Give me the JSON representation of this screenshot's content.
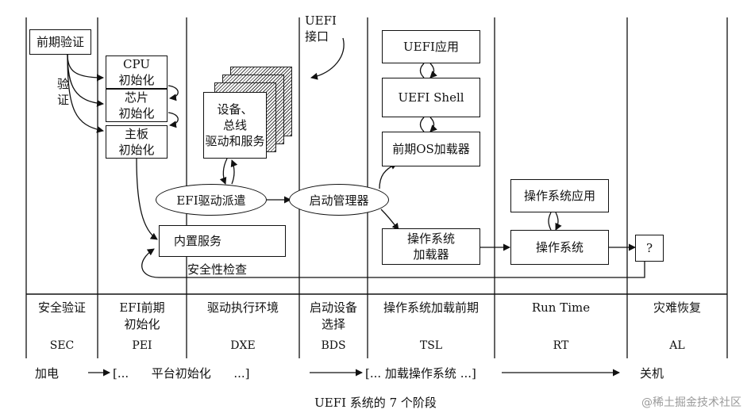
{
  "top_labels": {
    "sec_verify": "前期验证",
    "verify_v": "验\n证",
    "uefi_interface": "UEFI\n接口",
    "security_check": "安全性检查"
  },
  "boxes": {
    "cpu_init": "CPU\n初始化",
    "chip_init": "芯片\n初始化",
    "board_init": "主板\n初始化",
    "device_driver": "设备、\n总线\n驱动和服务",
    "builtin_services": "内置服务",
    "uefi_app": "UEFI应用",
    "uefi_shell": "UEFI Shell",
    "early_os_loader": "前期OS加载器",
    "os_loader": "操作系统\n加载器",
    "os_app": "操作系统应用",
    "os": "操作系统",
    "unknown": "?"
  },
  "ovals": {
    "efi_dispatcher": "EFI驱动派遣",
    "boot_manager": "启动管理器"
  },
  "phases": [
    {
      "name": "安全验证",
      "abbr": "SEC"
    },
    {
      "name": "EFI前期\n初始化",
      "abbr": "PEI"
    },
    {
      "name": "驱动执行环境",
      "abbr": "DXE"
    },
    {
      "name": "启动设备\n选择",
      "abbr": "BDS"
    },
    {
      "name": "操作系统加载前期",
      "abbr": "TSL"
    },
    {
      "name": "Run Time",
      "abbr": "RT"
    },
    {
      "name": "灾难恢复",
      "abbr": "AL"
    }
  ],
  "flow": {
    "power_on": "加电",
    "platform_init": "[...      平台初始化      ...]",
    "os_load": "[... 加载操作系统 ...]",
    "shutdown": "关机"
  },
  "caption": "UEFI 系统的 7 个阶段",
  "watermark": "@稀土掘金技术社区"
}
